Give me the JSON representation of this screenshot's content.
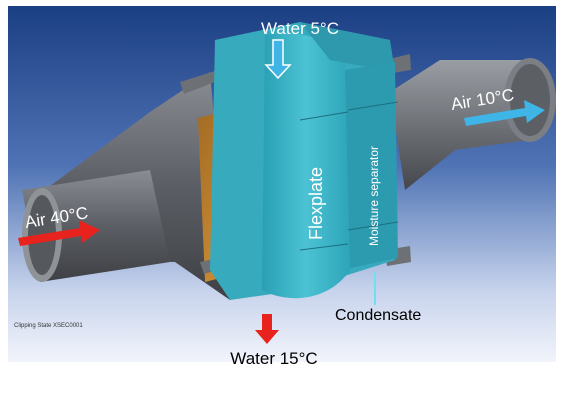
{
  "labels": {
    "water_in": "Water 5°C",
    "water_out": "Water 15°C",
    "air_in": "Air 40°C",
    "air_out": "Air 10°C",
    "flexplate": "Flexplate",
    "moisture_separator": "Moisture separator",
    "condensate": "Condensate",
    "clipping_state": "Clipping State XSEC0001"
  },
  "colors": {
    "hot_arrow": "#e8221c",
    "cold_arrow": "#3fb4e6",
    "housing": "#3fb7c9",
    "background_top": "#1b3f83",
    "background_bottom": "#f2f4fb"
  },
  "icons": {
    "water_in_arrow": "arrow-down-icon",
    "water_out_arrow": "arrow-down-icon",
    "air_in_arrow": "arrow-right-icon",
    "air_out_arrow": "arrow-right-icon"
  }
}
